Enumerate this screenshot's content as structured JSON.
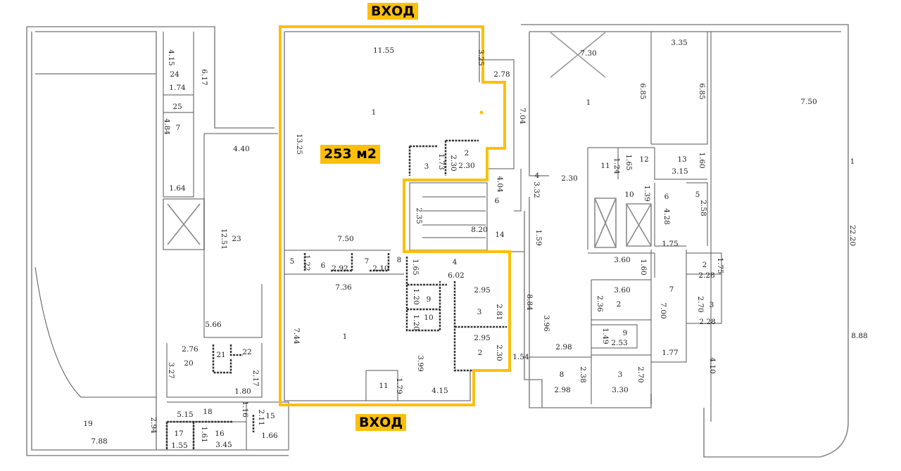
{
  "plan": {
    "entrance_top": "ВХОД",
    "entrance_bottom": "ВХОД",
    "area_label": "253 м2",
    "highlight_color": "#fcbf0a",
    "labels": [
      "4.15",
      "24",
      "1.74",
      "25",
      "6.17",
      "4.84",
      "7",
      "1.64",
      "4.40",
      "12.51",
      "23",
      "5.66",
      "2.76",
      "20",
      "3.27",
      "21",
      "22",
      "2.17",
      "1.80",
      "18",
      "5.15",
      "1.16",
      "2.11",
      "15",
      "1.66",
      "19",
      "7.88",
      "2.94",
      "17",
      "1.55",
      "1.61",
      "16",
      "3.45",
      "11.55",
      "3.25",
      "2.78",
      "1",
      "13.25",
      "7.04",
      "3",
      "1.73",
      "2.30",
      "2",
      "2.30",
      "4.04",
      "4",
      "3.32",
      "6",
      "2.35",
      "8.20",
      "14",
      "1.59",
      "7.50",
      "5",
      "1.22",
      "6",
      "2.92",
      "7",
      "2.10",
      "8",
      "1.65",
      "4",
      "6.02",
      "7.36",
      "2.95",
      "1.20",
      "9",
      "3",
      "2.81",
      "1.20",
      "10",
      "1",
      "7.44",
      "2.95",
      "2",
      "2.30",
      "3.99",
      "1.54",
      "11",
      "1.79",
      "4.15",
      "8.84",
      "3.96",
      "7.30",
      "1",
      "6.85",
      "3.35",
      "6.85",
      "7.50",
      "1",
      "22.20",
      "8.88",
      "4.10",
      "2.30",
      "11",
      "1.24",
      "1.65",
      "12",
      "13",
      "3.15",
      "1.60",
      "10",
      "1.39",
      "5",
      "2.58",
      "6",
      "4.28",
      "1.75",
      "3.60",
      "1.60",
      "3.60",
      "2",
      "2.36",
      "7",
      "7.00",
      "2",
      "2.28",
      "1.75",
      "2.70",
      "3",
      "2.28",
      "1.49",
      "9",
      "2.53",
      "1.77",
      "2.98",
      "8",
      "2.38",
      "2.98",
      "3",
      "2.70",
      "3.30"
    ]
  }
}
